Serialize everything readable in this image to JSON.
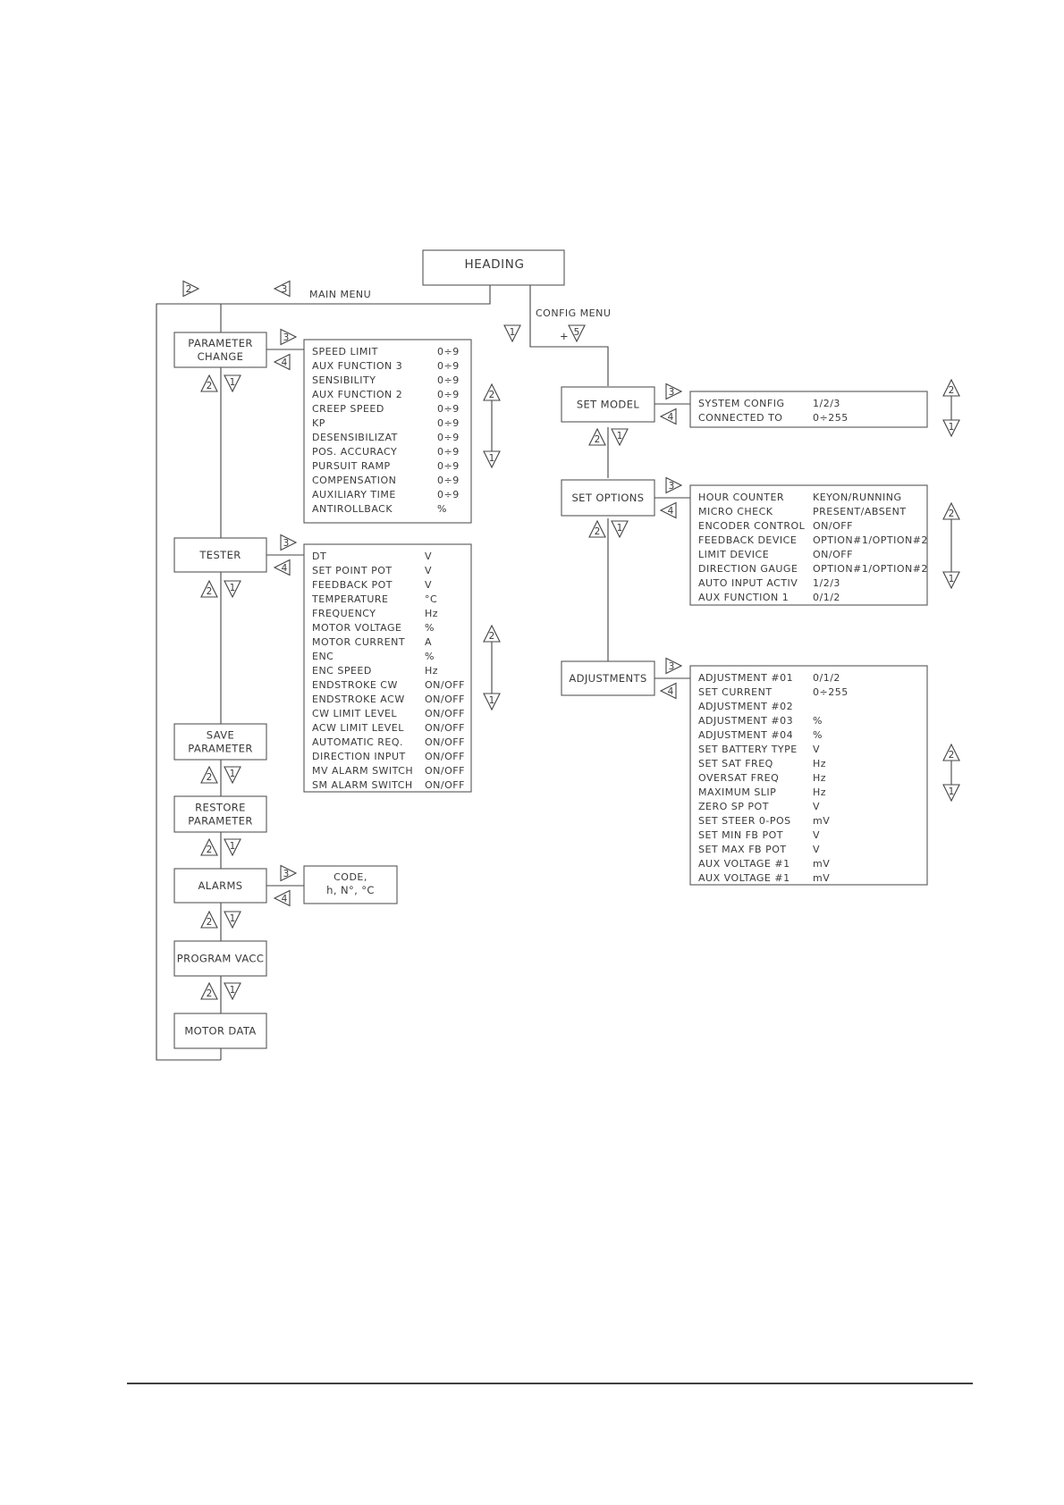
{
  "heading": "HEADING",
  "main_menu_label": "MAIN MENU",
  "config_menu_label": "CONFIG MENU",
  "plus_sign": "+",
  "nav_keys": {
    "k1": "1",
    "k2": "2",
    "k3": "3",
    "k4": "4",
    "k5": "5"
  },
  "main_menu": {
    "parameter_change": [
      "PARAMETER",
      "CHANGE"
    ],
    "tester": [
      "TESTER"
    ],
    "save_parameter": [
      "SAVE",
      "PARAMETER"
    ],
    "restore_parameter": [
      "RESTORE",
      "PARAMETER"
    ],
    "alarms": [
      "ALARMS"
    ],
    "program_vacc": [
      "PROGRAM VACC"
    ],
    "motor_data": [
      "MOTOR DATA"
    ]
  },
  "config_menu": {
    "set_model": [
      "SET MODEL"
    ],
    "set_options": [
      "SET OPTIONS"
    ],
    "adjustments": [
      "ADJUSTMENTS"
    ]
  },
  "parameter_change_list": [
    {
      "name": "SPEED LIMIT",
      "value": "0÷9"
    },
    {
      "name": "AUX FUNCTION 3",
      "value": "0÷9"
    },
    {
      "name": "SENSIBILITY",
      "value": "0÷9"
    },
    {
      "name": "AUX FUNCTION 2",
      "value": "0÷9"
    },
    {
      "name": "CREEP SPEED",
      "value": "0÷9"
    },
    {
      "name": "KP",
      "value": "0÷9"
    },
    {
      "name": "DESENSIBILIZAT",
      "value": "0÷9"
    },
    {
      "name": "POS. ACCURACY",
      "value": "0÷9"
    },
    {
      "name": "PURSUIT RAMP",
      "value": "0÷9"
    },
    {
      "name": "COMPENSATION",
      "value": "0÷9"
    },
    {
      "name": "AUXILIARY TIME",
      "value": "0÷9"
    },
    {
      "name": "ANTIROLLBACK",
      "value": "%"
    }
  ],
  "tester_list": [
    {
      "name": "DT",
      "value": "V"
    },
    {
      "name": "SET POINT POT",
      "value": "V"
    },
    {
      "name": "FEEDBACK POT",
      "value": "V"
    },
    {
      "name": "TEMPERATURE",
      "value": "°C"
    },
    {
      "name": "FREQUENCY",
      "value": "Hz"
    },
    {
      "name": "MOTOR VOLTAGE",
      "value": "%"
    },
    {
      "name": "MOTOR CURRENT",
      "value": "A"
    },
    {
      "name": "ENC",
      "value": "%"
    },
    {
      "name": "ENC SPEED",
      "value": "Hz"
    },
    {
      "name": "ENDSTROKE CW",
      "value": "ON/OFF"
    },
    {
      "name": "ENDSTROKE ACW",
      "value": "ON/OFF"
    },
    {
      "name": "CW LIMIT LEVEL",
      "value": "ON/OFF"
    },
    {
      "name": "ACW LIMIT LEVEL",
      "value": "ON/OFF"
    },
    {
      "name": "AUTOMATIC REQ.",
      "value": "ON/OFF"
    },
    {
      "name": "DIRECTION INPUT",
      "value": "ON/OFF"
    },
    {
      "name": "MV ALARM SWITCH",
      "value": "ON/OFF"
    },
    {
      "name": "SM ALARM SWITCH",
      "value": "ON/OFF"
    }
  ],
  "alarms_list": [
    "CODE,",
    "h, N°, °C"
  ],
  "set_model_list": [
    {
      "name": "SYSTEM CONFIG",
      "value": "1/2/3"
    },
    {
      "name": "CONNECTED TO",
      "value": "0÷255"
    }
  ],
  "set_options_list": [
    {
      "name": "HOUR COUNTER",
      "value": "KEYON/RUNNING"
    },
    {
      "name": "MICRO CHECK",
      "value": "PRESENT/ABSENT"
    },
    {
      "name": "ENCODER CONTROL",
      "value": "ON/OFF"
    },
    {
      "name": "FEEDBACK DEVICE",
      "value": "OPTION#1/OPTION#2"
    },
    {
      "name": "LIMIT DEVICE",
      "value": "ON/OFF"
    },
    {
      "name": "DIRECTION GAUGE",
      "value": "OPTION#1/OPTION#2"
    },
    {
      "name": "AUTO INPUT ACTIV",
      "value": "1/2/3"
    },
    {
      "name": "AUX FUNCTION 1",
      "value": "0/1/2"
    }
  ],
  "adjustments_list": [
    {
      "name": "ADJUSTMENT #01",
      "value": "0/1/2"
    },
    {
      "name": "SET CURRENT",
      "value": "0÷255"
    },
    {
      "name": "ADJUSTMENT #02",
      "value": ""
    },
    {
      "name": "ADJUSTMENT #03",
      "value": "%"
    },
    {
      "name": "ADJUSTMENT #04",
      "value": "%"
    },
    {
      "name": "SET BATTERY TYPE",
      "value": "V"
    },
    {
      "name": "SET SAT FREQ",
      "value": "Hz"
    },
    {
      "name": "OVERSAT FREQ",
      "value": "Hz"
    },
    {
      "name": "MAXIMUM SLIP",
      "value": "Hz"
    },
    {
      "name": "ZERO SP POT",
      "value": "V"
    },
    {
      "name": "SET STEER 0-POS",
      "value": "mV"
    },
    {
      "name": "SET MIN FB POT",
      "value": "V"
    },
    {
      "name": "SET MAX FB POT",
      "value": "V"
    },
    {
      "name": "AUX VOLTAGE #1",
      "value": "mV"
    },
    {
      "name": "AUX VOLTAGE #1",
      "value": "mV"
    }
  ]
}
